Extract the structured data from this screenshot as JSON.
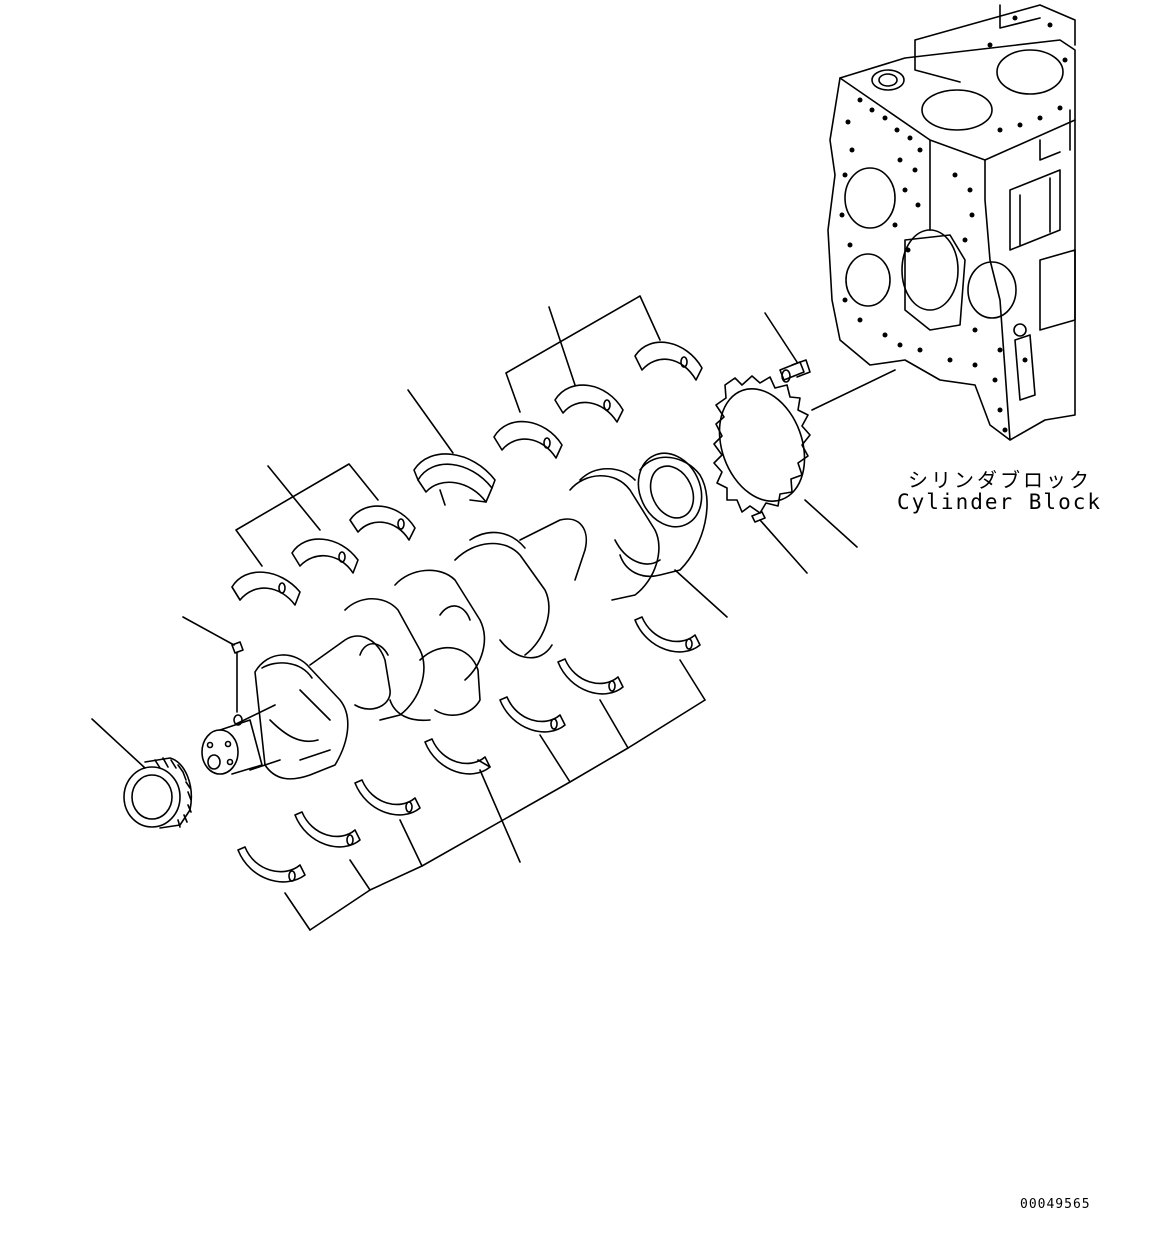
{
  "diagram": {
    "cylinder_block_label_jp": "シリンダブロック",
    "cylinder_block_label_en": "Cylinder Block",
    "drawing_number": "00049565"
  },
  "colors": {
    "line": "#000000",
    "background": "#ffffff"
  }
}
